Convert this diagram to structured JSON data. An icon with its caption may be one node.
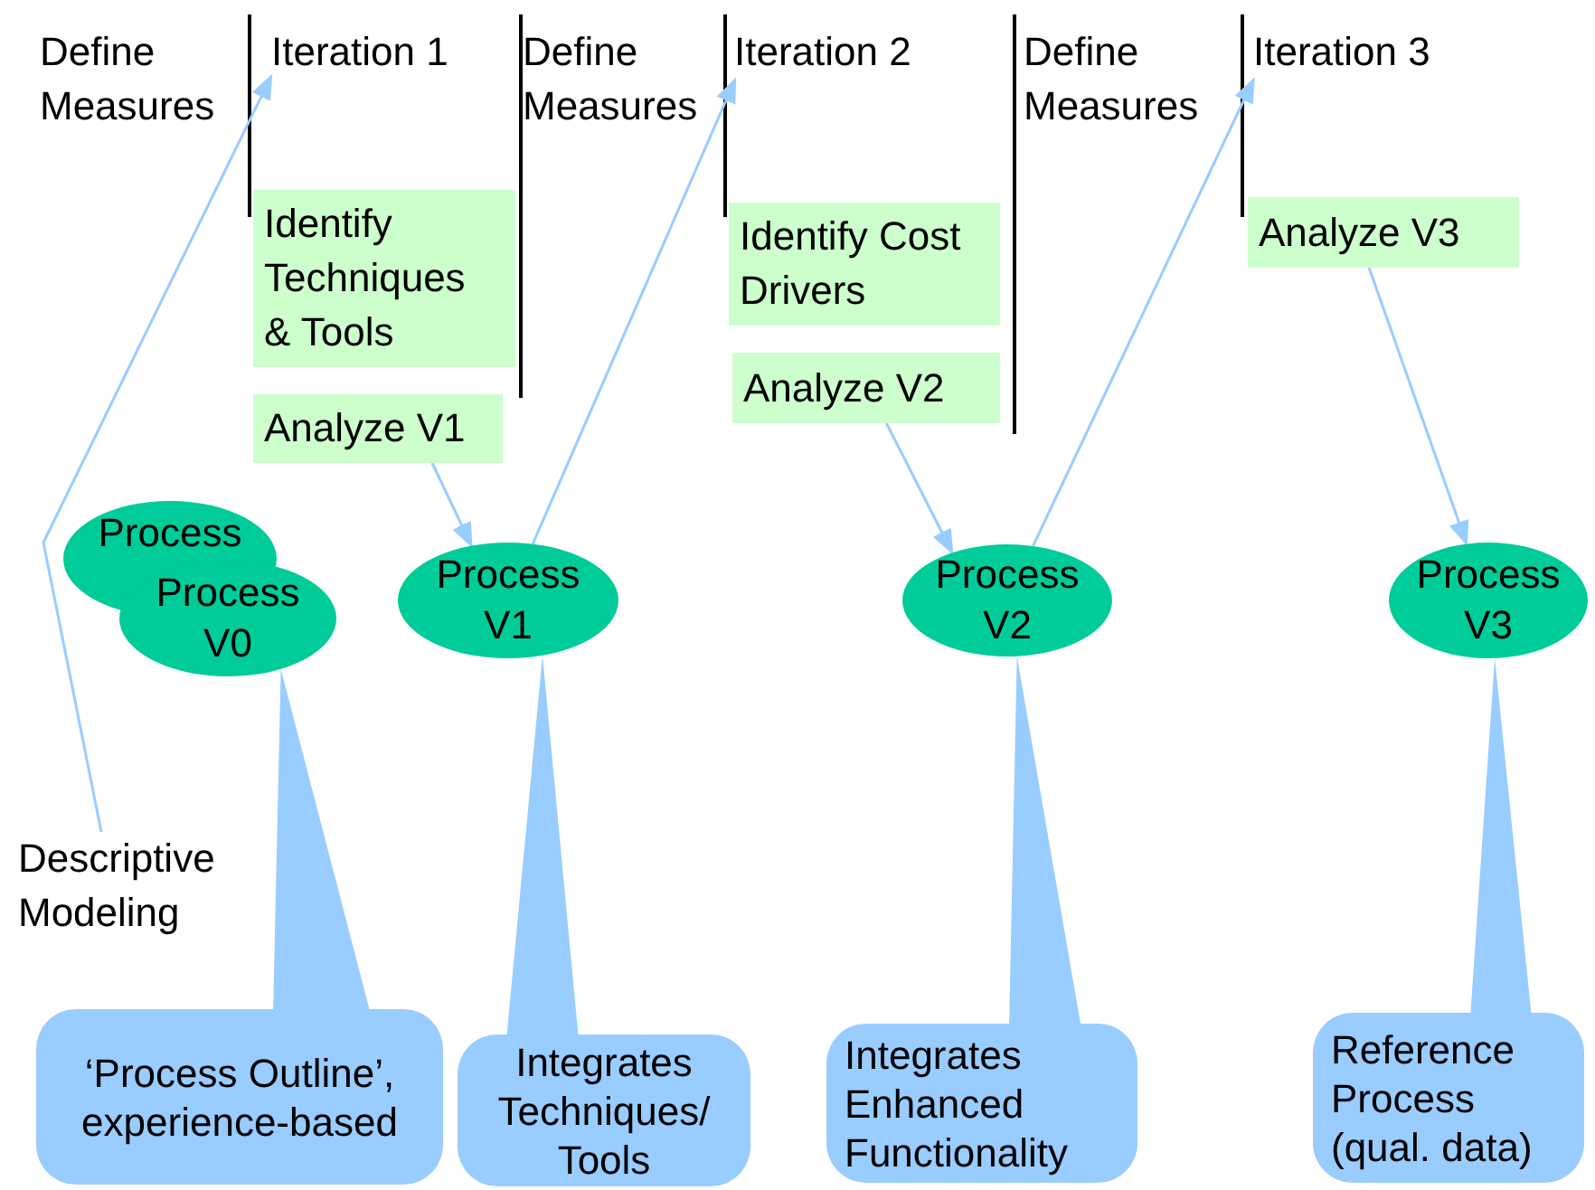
{
  "diagram": {
    "nodes": [
      {
        "text": [
          "Iteration 1"
        ]
      },
      {
        "text": [
          "Iteration 2"
        ]
      },
      {
        "text": [
          "Iteration 3"
        ]
      },
      {
        "text": [
          "Identify Techniques & Tools"
        ]
      },
      {
        "text": [
          "Analyze V1"
        ]
      },
      {
        "text": [
          "Identify Cost Drivers"
        ]
      },
      {
        "text": [
          "Analyze V2"
        ]
      },
      {
        "text": [
          "Analyze V3"
        ]
      },
      {
        "text": [
          "Process"
        ]
      },
      {
        "text": [
          "Process V0"
        ]
      },
      {
        "text": [
          "Process V1"
        ]
      },
      {
        "text": [
          "Process V2"
        ]
      },
      {
        "text": [
          "Process V3"
        ]
      },
      {
        "text": [
          "Descriptive Modeling"
        ]
      },
      {
        "text": [
          "‘Process Outline’, experience-based"
        ]
      },
      {
        "text": [
          "Integrates Techniques/ Tools"
        ]
      },
      {
        "text": [
          "Integrates Enhanced Functionality"
        ]
      },
      {
        "text": [
          "Reference Process (qual. data)"
        ]
      }
    ],
    "edges": [
      {
        "from": 13,
        "to": 0,
        "arrow": "to"
      },
      {
        "from": 10,
        "to": 1,
        "arrow": "to"
      },
      {
        "from": 11,
        "to": 2,
        "arrow": "to"
      },
      {
        "from": 4,
        "to": 10,
        "arrow": "to"
      },
      {
        "from": 6,
        "to": 11,
        "arrow": "to"
      },
      {
        "from": 7,
        "to": 12,
        "arrow": "to"
      },
      {
        "from": 14,
        "to": 9,
        "arrow": "none"
      },
      {
        "from": 15,
        "to": 10,
        "arrow": "none"
      },
      {
        "from": 16,
        "to": 11,
        "arrow": "none"
      },
      {
        "from": 17,
        "to": 12,
        "arrow": "none"
      }
    ],
    "labels": [
      "Define Measures",
      "Define Measures",
      "Define Measures"
    ]
  }
}
